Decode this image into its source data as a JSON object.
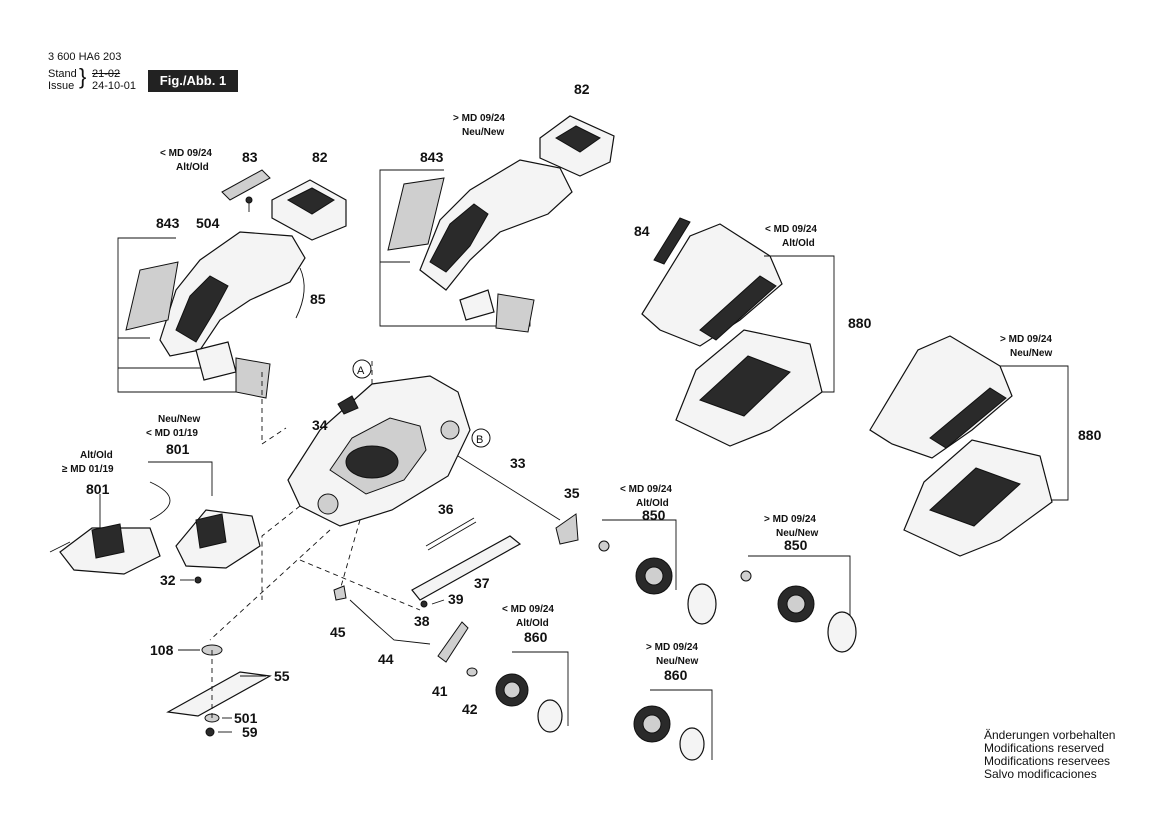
{
  "header": {
    "doc_number": "3 600 HA6 203",
    "stand_label": "Stand",
    "issue_label": "Issue",
    "old_date": "21-02",
    "new_date": "24-10-01",
    "figure_label": "Fig./Abb. 1"
  },
  "footer": {
    "lines": [
      "Änderungen vorbehalten",
      "Modifications reserved",
      "Modifications reservees",
      "Salvo modificaciones"
    ]
  },
  "tags": {
    "md0924_old": "< MD 09/24",
    "md0924_new": "> MD 09/24",
    "md0119_new": "< MD 01/19",
    "md0119_old": "≥ MD 01/19",
    "alt_old": "Alt/Old",
    "neu_new": "Neu/New"
  },
  "callouts": {
    "c82a": "82",
    "c82b": "82",
    "c83": "83",
    "c843a": "843",
    "c843b": "843",
    "c504": "504",
    "c85": "85",
    "c84": "84",
    "c880a": "880",
    "c880b": "880",
    "cA": "A",
    "cB": "B",
    "c34": "34",
    "c33": "33",
    "c35": "35",
    "c801a": "801",
    "c801b": "801",
    "c32": "32",
    "c36": "36",
    "c37": "37",
    "c39": "39",
    "c38": "38",
    "c45": "45",
    "c44": "44",
    "c108": "108",
    "c55": "55",
    "c501": "501",
    "c59": "59",
    "c41": "41",
    "c42": "42",
    "c860a": "860",
    "c860b": "860",
    "c850a": "850",
    "c850b": "850"
  }
}
